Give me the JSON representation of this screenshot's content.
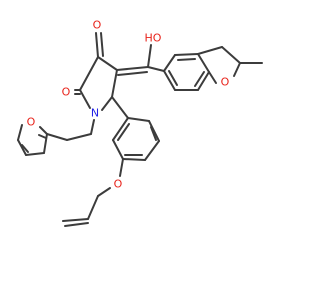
{
  "colors": {
    "background": "#ffffff",
    "bond": "#3c3c3c",
    "oxygen": "#e8231b",
    "nitrogen": "#2323e6"
  },
  "atoms": {
    "ketone_o": {
      "label": "O",
      "element": "oxygen"
    },
    "amide_o": {
      "label": "O",
      "element": "oxygen"
    },
    "hydroxyl_o": {
      "label": "HO",
      "element": "oxygen"
    },
    "nitrogen": {
      "label": "N",
      "element": "nitrogen"
    },
    "furan_o": {
      "label": "O",
      "element": "oxygen"
    },
    "benzofuran_o": {
      "label": "O",
      "element": "oxygen"
    },
    "ether_o": {
      "label": "O",
      "element": "oxygen"
    }
  }
}
